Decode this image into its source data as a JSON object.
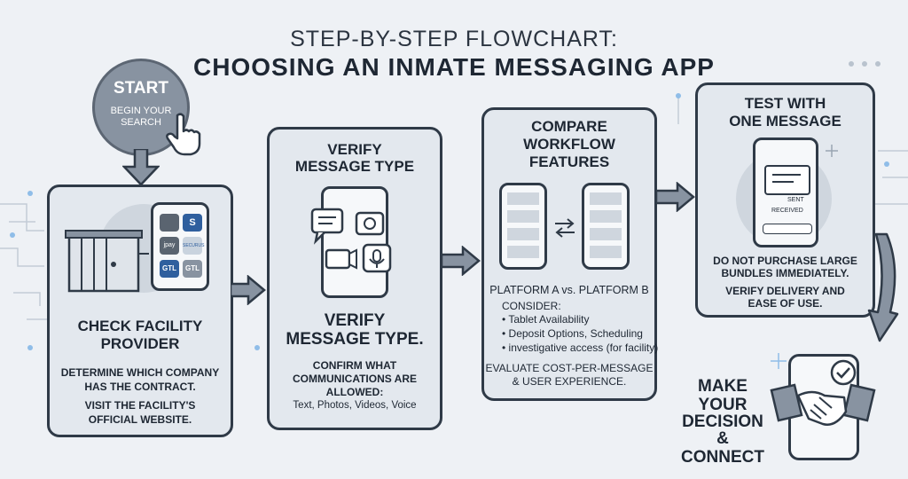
{
  "header": {
    "subtitle": "STEP-BY-STEP FLOWCHART:",
    "title": "CHOOSING AN INMATE MESSAGING APP"
  },
  "start": {
    "label": "START",
    "caption_line1": "BEGIN YOUR",
    "caption_line2": "SEARCH"
  },
  "step1": {
    "heading_line1": "CHECK FACILITY",
    "heading_line2": "PROVIDER",
    "body_line1": "DETERMINE WHICH COMPANY",
    "body_line2": "HAS THE CONTRACT.",
    "body_line3": "VISIT THE FACILITY'S",
    "body_line4": "OFFICIAL WEBSITE.",
    "app_tiles": [
      "",
      "S",
      "jpay",
      "SECURUS",
      "GTL",
      "GTL"
    ]
  },
  "step2": {
    "top_heading_line1": "VERIFY",
    "top_heading_line2": "MESSAGE TYPE",
    "heading_line1": "VERIFY",
    "heading_line2": "MESSAGE TYPE.",
    "body_line1": "CONFIRM WHAT",
    "body_line2": "COMMUNICATIONS ARE",
    "body_line3": "ALLOWED:",
    "types": "Text, Photos, Videos, Voice"
  },
  "step3": {
    "heading_line1": "COMPARE",
    "heading_line2": "WORKFLOW",
    "heading_line3": "FEATURES",
    "platforms": "PLATFORM A vs. PLATFORM B",
    "consider": "CONSIDER:",
    "items": [
      "• Tablet Availability",
      "• Deposit Options, Scheduling",
      "• investigative access (for facility)"
    ],
    "footer_line1": "EVALUATE COST-PER-MESSAGE",
    "footer_line2": "& USER EXPERIENCE."
  },
  "step4": {
    "heading_line1": "TEST WITH",
    "heading_line2": "ONE MESSAGE",
    "sent": "SENT",
    "received": "RECEIVED",
    "body_line1": "DO NOT PURCHASE LARGE",
    "body_line2": "BUNDLES IMMEDIATELY.",
    "body_line3": "VERIFY DELIVERY AND",
    "body_line4": "EASE OF USE."
  },
  "step5": {
    "line1": "MAKE",
    "line2": "YOUR",
    "line3": "DECISION",
    "line4": "& CONNECT"
  },
  "colors": {
    "card_bg": "#e3e8ee",
    "outline": "#2f3a47",
    "start_circle": "#8893a1",
    "accent": "#4a84c4"
  }
}
